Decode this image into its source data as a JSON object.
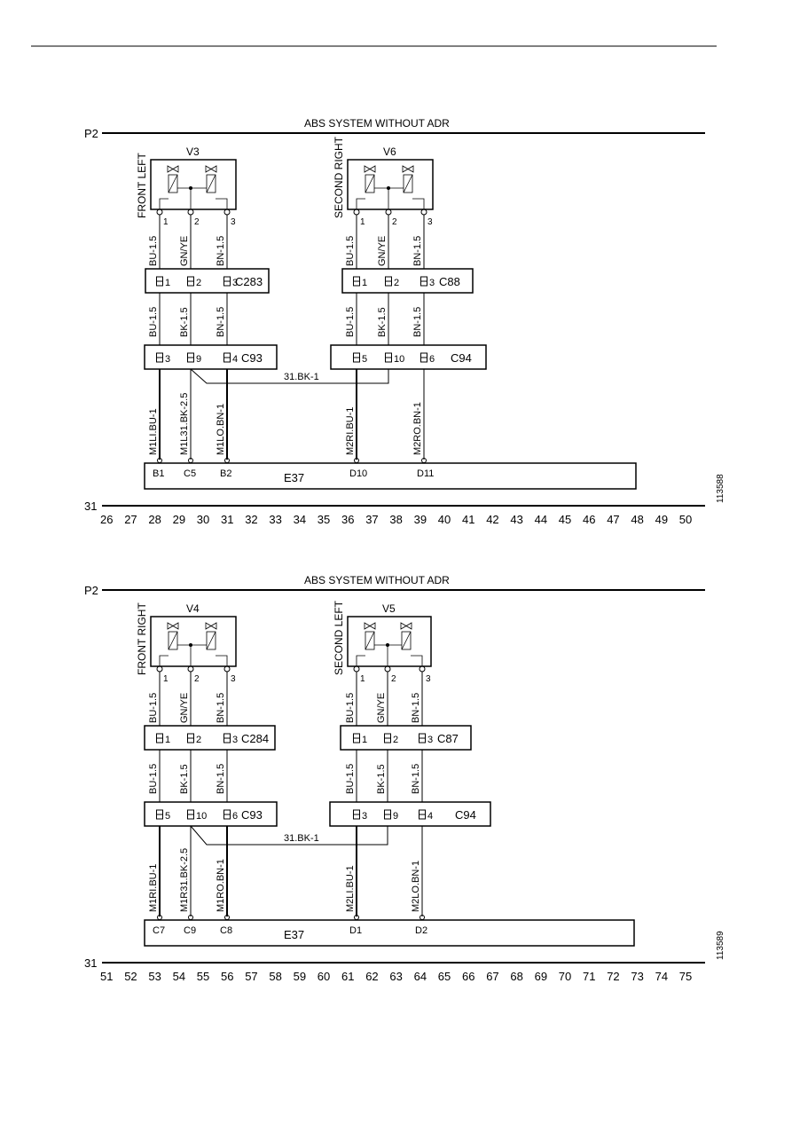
{
  "diagrams": [
    {
      "title": "ABS SYSTEM WITHOUT ADR",
      "top_rail": "P2",
      "bottom_rail": "31",
      "figure_id": "113588",
      "valves": [
        {
          "name": "V3",
          "position": "FRONT LEFT",
          "pins": [
            "1",
            "2",
            "3"
          ]
        },
        {
          "name": "V6",
          "position": "SECOND RIGHT",
          "pins": [
            "1",
            "2",
            "3"
          ]
        }
      ],
      "wires_upper": [
        [
          "BU-1.5",
          "GN/YE",
          "BN-1.5"
        ],
        [
          "BU-1.5",
          "GN/YE",
          "BN-1.5"
        ]
      ],
      "connectors_a": [
        {
          "name": "C283",
          "pins": [
            "1",
            "2",
            "3"
          ]
        },
        {
          "name": "C88",
          "pins": [
            "1",
            "2",
            "3"
          ]
        }
      ],
      "wires_middle": [
        [
          "BU-1.5",
          "BK-1.5",
          "BN-1.5"
        ],
        [
          "BU-1.5",
          "BK-1.5",
          "BN-1.5"
        ]
      ],
      "connectors_b": [
        {
          "name": "C93",
          "pins": [
            "3",
            "9",
            "4"
          ]
        },
        {
          "name": "C94",
          "pins": [
            "5",
            "10",
            "6"
          ]
        }
      ],
      "cross_wire": "31.BK-1",
      "wires_lower": [
        [
          "M1LI.BU-1",
          "M1L31.BK-2.5",
          "M1LO.BN-1"
        ],
        [
          "M2RI.BU-1",
          "M2RO.BN-1"
        ]
      ],
      "ecu": {
        "name": "E37",
        "pins": [
          "B1",
          "C5",
          "B2",
          "D10",
          "D11"
        ]
      },
      "scale": [
        "26",
        "27",
        "28",
        "29",
        "30",
        "31",
        "32",
        "33",
        "34",
        "35",
        "36",
        "37",
        "38",
        "39",
        "40",
        "41",
        "42",
        "43",
        "44",
        "45",
        "46",
        "47",
        "48",
        "49",
        "50"
      ]
    },
    {
      "title": "ABS SYSTEM WITHOUT ADR",
      "top_rail": "P2",
      "bottom_rail": "31",
      "figure_id": "113589",
      "valves": [
        {
          "name": "V4",
          "position": "FRONT RIGHT",
          "pins": [
            "1",
            "2",
            "3"
          ]
        },
        {
          "name": "V5",
          "position": "SECOND LEFT",
          "pins": [
            "1",
            "2",
            "3"
          ]
        }
      ],
      "wires_upper": [
        [
          "BU-1.5",
          "GN/YE",
          "BN-1.5"
        ],
        [
          "BU-1.5",
          "GN/YE",
          "BN-1.5"
        ]
      ],
      "connectors_a": [
        {
          "name": "C284",
          "pins": [
            "1",
            "2",
            "3"
          ]
        },
        {
          "name": "C87",
          "pins": [
            "1",
            "2",
            "3"
          ]
        }
      ],
      "wires_middle": [
        [
          "BU-1.5",
          "BK-1.5",
          "BN-1.5"
        ],
        [
          "BU-1.5",
          "BK-1.5",
          "BN-1.5"
        ]
      ],
      "connectors_b": [
        {
          "name": "C93",
          "pins": [
            "5",
            "10",
            "6"
          ]
        },
        {
          "name": "C94",
          "pins": [
            "3",
            "9",
            "4"
          ]
        }
      ],
      "cross_wire": "31.BK-1",
      "wires_lower": [
        [
          "M1RI.BU-1",
          "M1R31.BK-2.5",
          "M1RO.BN-1"
        ],
        [
          "M2LI.BU-1",
          "M2LO.BN-1"
        ]
      ],
      "ecu": {
        "name": "E37",
        "pins": [
          "C7",
          "C9",
          "C8",
          "D1",
          "D2"
        ]
      },
      "scale": [
        "51",
        "52",
        "53",
        "54",
        "55",
        "56",
        "57",
        "58",
        "59",
        "60",
        "61",
        "62",
        "63",
        "64",
        "65",
        "66",
        "67",
        "68",
        "69",
        "70",
        "71",
        "72",
        "73",
        "74",
        "75"
      ]
    }
  ]
}
